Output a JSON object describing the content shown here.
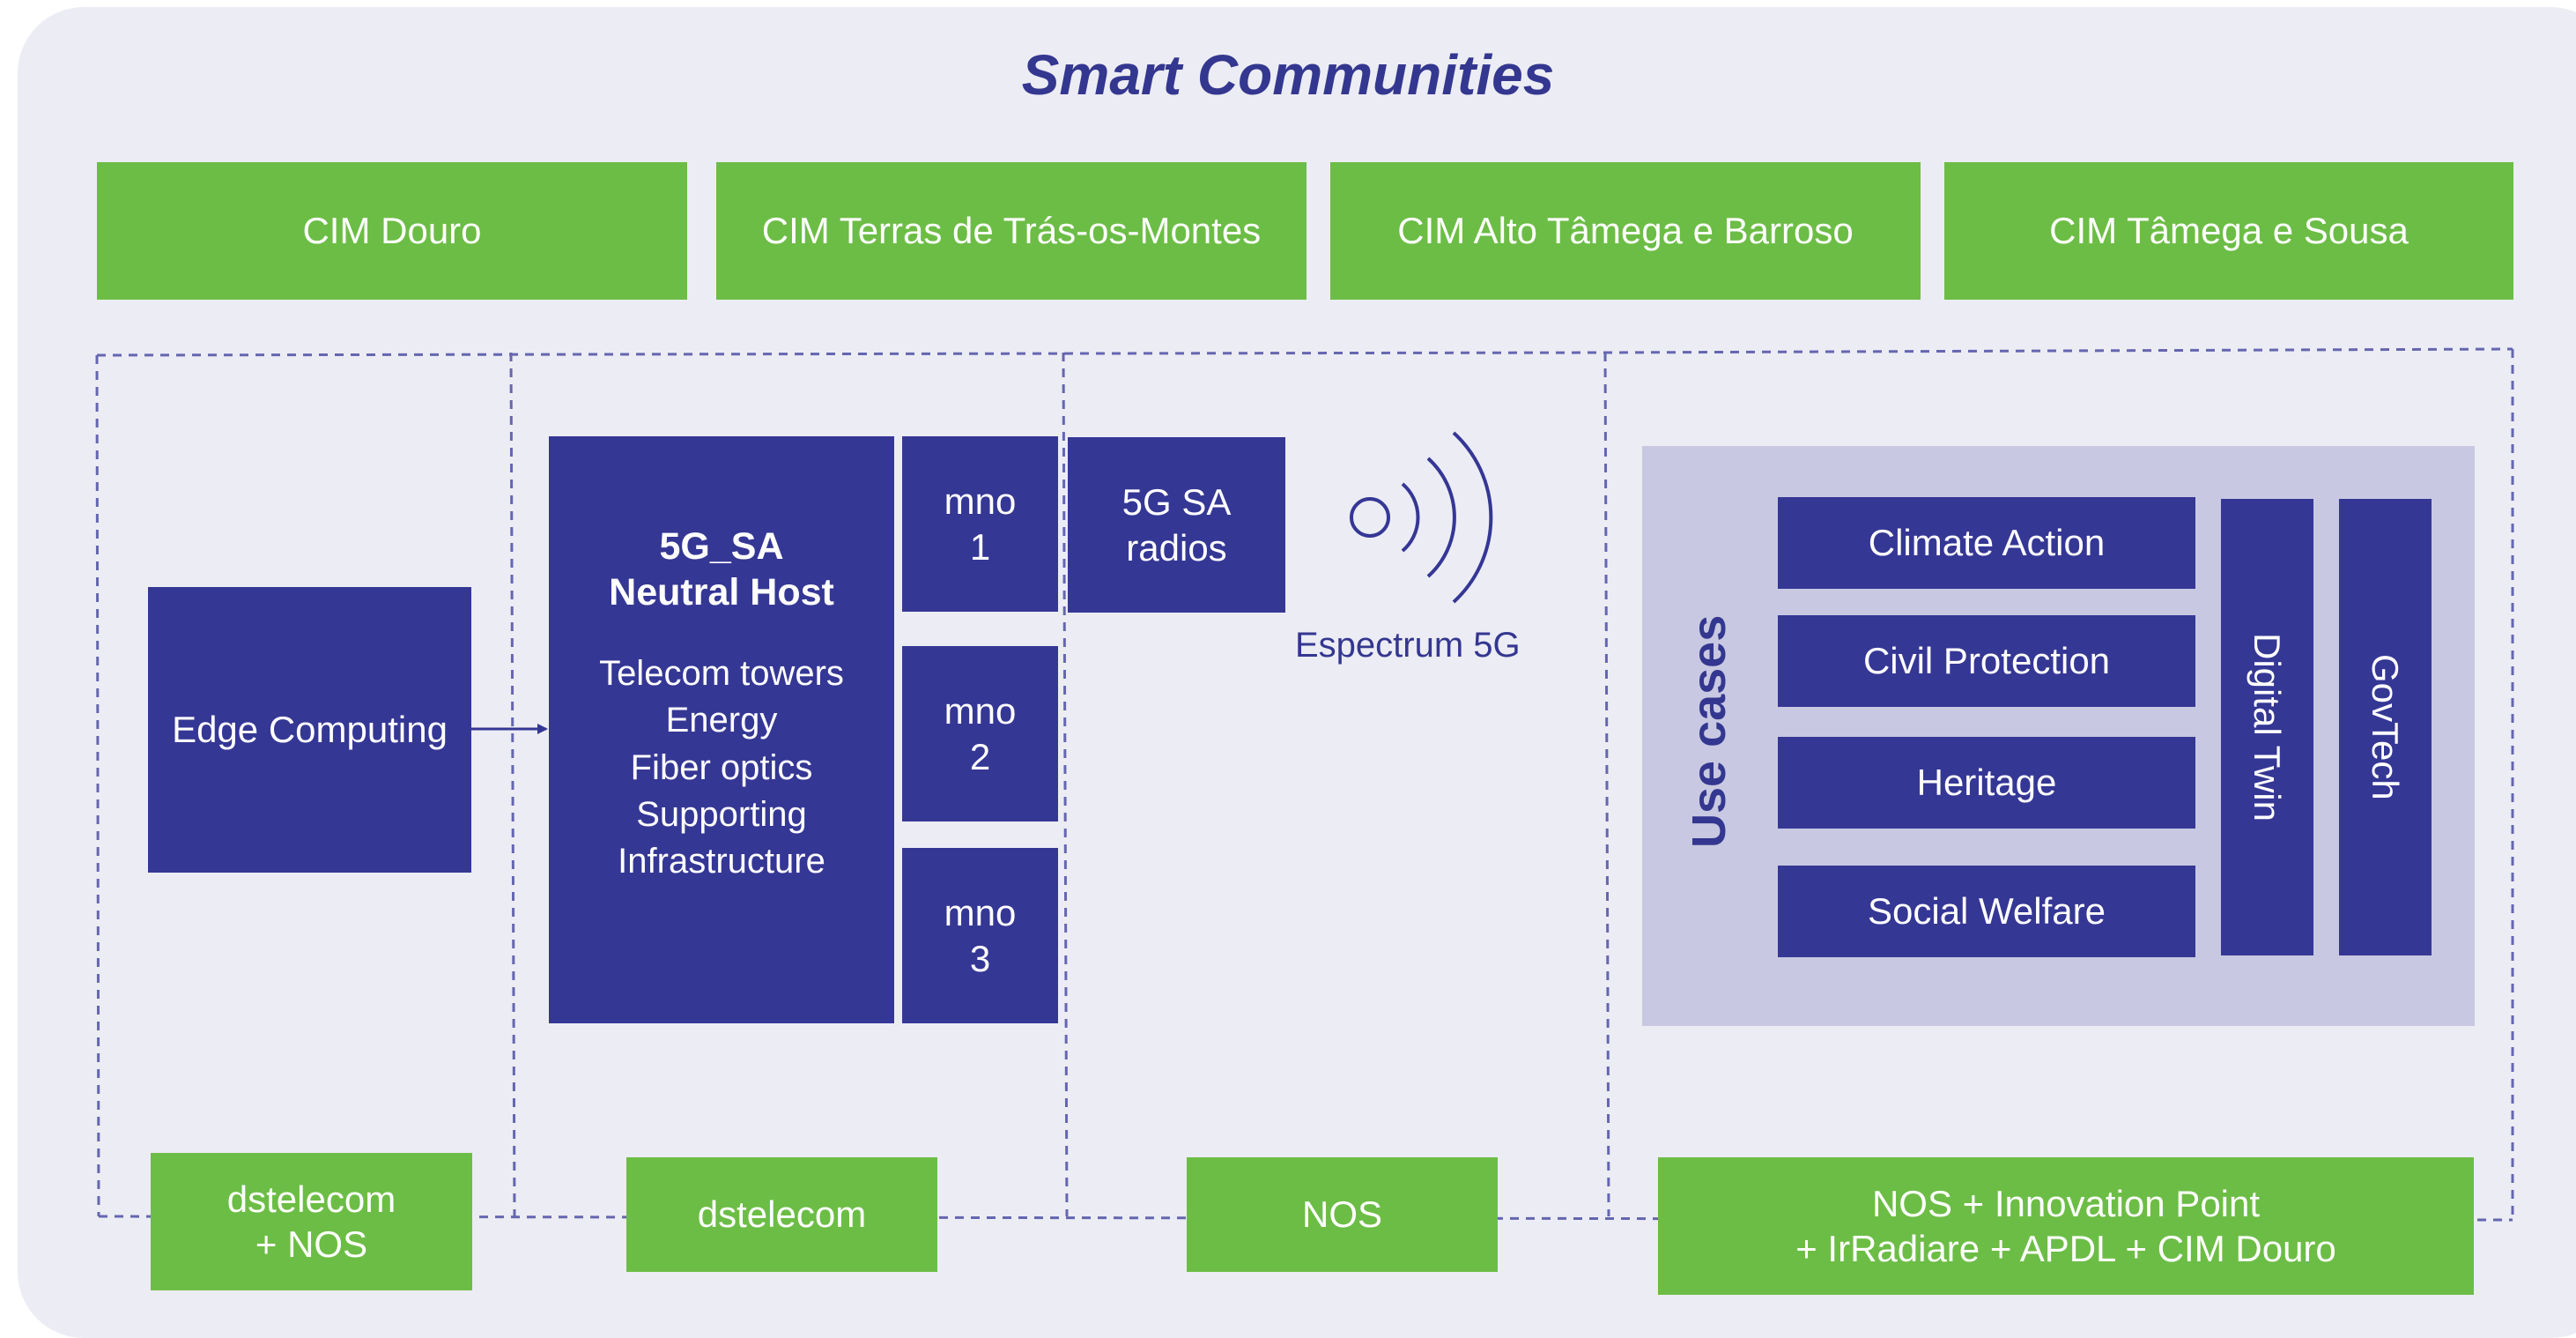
{
  "title": "Smart Communities",
  "regions": [
    "CIM Douro",
    "CIM Terras de Trás-os-Montes",
    "CIM Alto Tâmega e Barroso",
    "CIM Tâmega e Sousa"
  ],
  "edge_computing": "Edge Computing",
  "neutral_host": {
    "heading": "5G_SA\nNeutral Host",
    "items": "Telecom towers\nEnergy\nFiber optics\nSupporting\nInfrastructure"
  },
  "mno": [
    "mno\n1",
    "mno\n2",
    "mno\n3"
  ],
  "radios": "5G SA\nradios",
  "espectrum": "Espectrum 5G",
  "use_cases": {
    "label": "Use cases",
    "items": [
      "Climate Action",
      "Civil Protection",
      "Heritage",
      "Social Welfare"
    ],
    "digital_twin": "Digital Twin",
    "govtech": "GovTech"
  },
  "partners": [
    "dstelecom\n+ NOS",
    "dstelecom",
    "NOS",
    "NOS + Innovation Point\n+ IrRadiare + APDL + CIM Douro"
  ],
  "colors": {
    "navy": "#353795",
    "green": "#6cbd45",
    "panel": "#ececf4",
    "use_case_bg": "#c8c8e2"
  }
}
